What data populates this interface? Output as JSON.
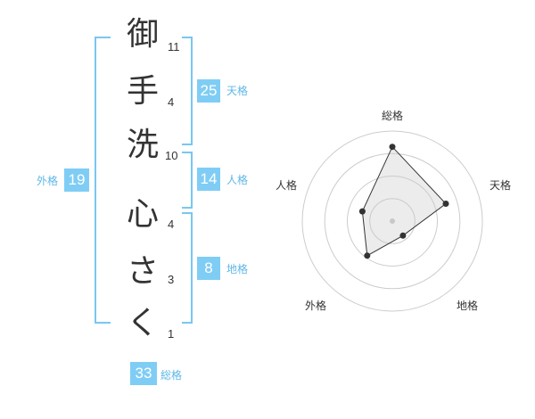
{
  "name": {
    "characters": [
      {
        "char": "御",
        "strokes": "11"
      },
      {
        "char": "手",
        "strokes": "4"
      },
      {
        "char": "洗",
        "strokes": "10"
      },
      {
        "char": "心",
        "strokes": "4"
      },
      {
        "char": "さ",
        "strokes": "3"
      },
      {
        "char": "く",
        "strokes": "1"
      }
    ]
  },
  "scores": {
    "tenkaku": {
      "value": "25",
      "label": "天格"
    },
    "jinkaku": {
      "value": "14",
      "label": "人格"
    },
    "chikaku": {
      "value": "8",
      "label": "地格"
    },
    "gaikaku": {
      "value": "19",
      "label": "外格"
    },
    "soukaku": {
      "value": "33",
      "label": "総格"
    }
  },
  "colors": {
    "accent": "#7fcdf5",
    "accent_text": "#5fb7e6",
    "bracket": "#79c7f0",
    "text": "#333333"
  },
  "chart_data": {
    "type": "radar",
    "axes": [
      "総格",
      "天格",
      "地格",
      "外格",
      "人格"
    ],
    "values": [
      33,
      25,
      8,
      19,
      14
    ],
    "rings": 4
  }
}
